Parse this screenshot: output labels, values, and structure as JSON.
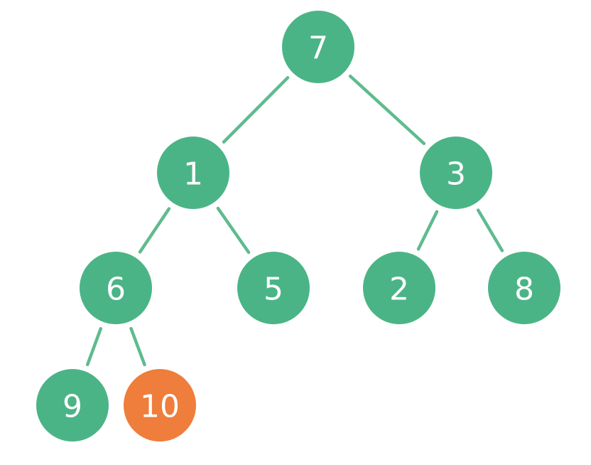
{
  "colors": {
    "node": "#4bb487",
    "edge": "#5fbb8f",
    "highlight": "#ef7d3c",
    "label": "#ffffff"
  },
  "tree": {
    "nodes": [
      {
        "id": "n7",
        "label": "7",
        "highlight": false
      },
      {
        "id": "n1",
        "label": "1",
        "highlight": false
      },
      {
        "id": "n3",
        "label": "3",
        "highlight": false
      },
      {
        "id": "n6",
        "label": "6",
        "highlight": false
      },
      {
        "id": "n5",
        "label": "5",
        "highlight": false
      },
      {
        "id": "n2",
        "label": "2",
        "highlight": false
      },
      {
        "id": "n8",
        "label": "8",
        "highlight": false
      },
      {
        "id": "n9",
        "label": "9",
        "highlight": false
      },
      {
        "id": "n10",
        "label": "10",
        "highlight": true
      }
    ],
    "edges": [
      {
        "from": "n7",
        "to": "n1"
      },
      {
        "from": "n7",
        "to": "n3"
      },
      {
        "from": "n1",
        "to": "n6"
      },
      {
        "from": "n1",
        "to": "n5"
      },
      {
        "from": "n3",
        "to": "n2"
      },
      {
        "from": "n3",
        "to": "n8"
      },
      {
        "from": "n6",
        "to": "n9"
      },
      {
        "from": "n6",
        "to": "n10"
      }
    ]
  }
}
